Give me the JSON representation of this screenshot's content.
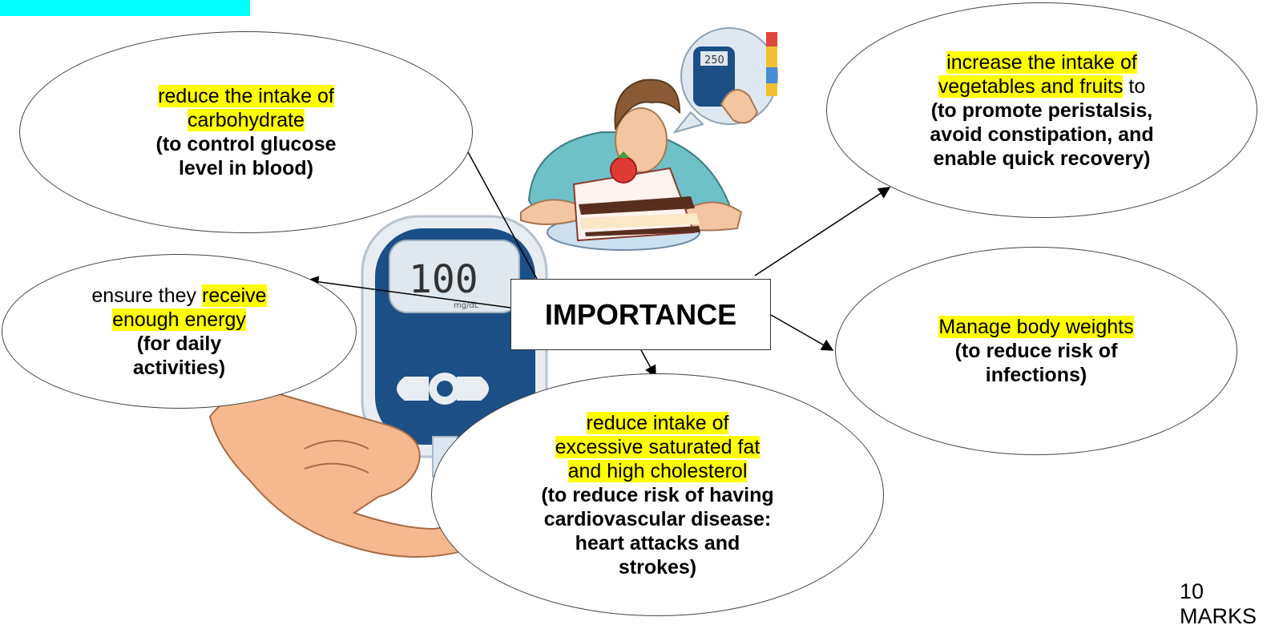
{
  "center": {
    "label": "IMPORTANCE"
  },
  "nodes": {
    "carbohydrate": {
      "highlight": [
        "reduce the intake of",
        "carbohydrate"
      ],
      "plain": "",
      "bold": [
        "(to control glucose",
        "level in blood)"
      ]
    },
    "vegetables": {
      "highlight": [
        "increase the intake of",
        "vegetables and fruits"
      ],
      "plain": " to",
      "bold": [
        "(to promote peristalsis,",
        "avoid constipation, and",
        "enable quick recovery)"
      ]
    },
    "energy": {
      "plain": "ensure they ",
      "highlight": [
        "receive",
        "enough energy"
      ],
      "bold": [
        "(for daily",
        "activities)"
      ]
    },
    "weight": {
      "highlight": [
        "Manage body weights"
      ],
      "bold": [
        "(to reduce risk of",
        "infections)"
      ]
    },
    "fat": {
      "highlight": [
        "reduce intake of",
        "excessive saturated fat",
        "and high cholesterol"
      ],
      "bold": [
        "(to reduce risk of having",
        "cardiovascular disease:",
        "heart attacks and",
        "strokes)"
      ]
    }
  },
  "footer": {
    "marks": "10 MARKS"
  },
  "illustration": {
    "meter_reading": "100",
    "meter_unit": "mg/dL",
    "thought_reading": "250"
  },
  "colors": {
    "highlight": "#ffff00",
    "top_bar": "#00ffff",
    "meter_blue": "#1b4f86"
  }
}
